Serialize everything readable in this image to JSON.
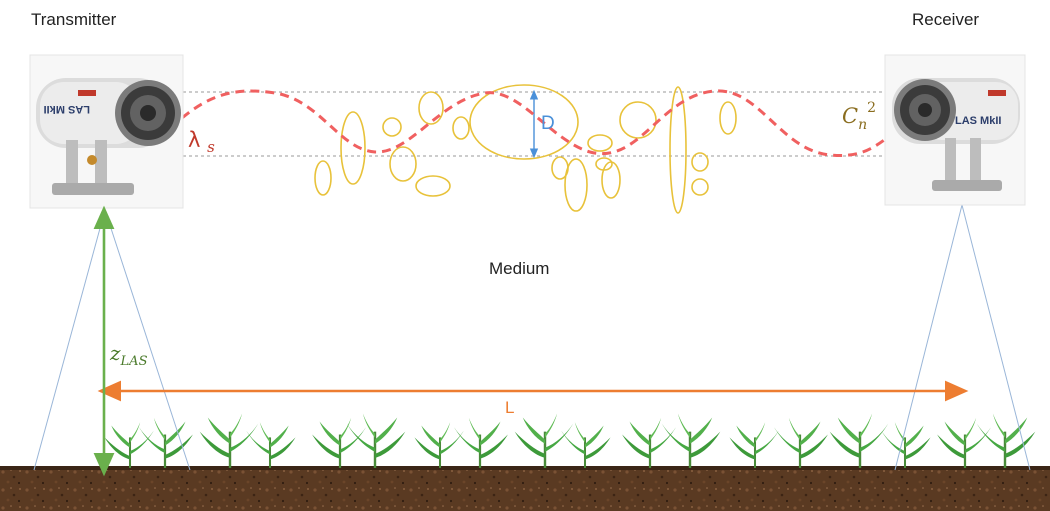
{
  "labels": {
    "transmitter": "Transmitter",
    "receiver": "Receiver",
    "medium": "Medium",
    "wavelength_symbol": "λ",
    "wavelength_subscript": "s",
    "cn2_symbol": "C",
    "cn2_subscript": "n",
    "cn2_superscript": "2",
    "beam_diameter": "D",
    "path_length": "L",
    "height_symbol": "z",
    "height_subscript": "LAS"
  },
  "device_text": "LAS MkII",
  "colors": {
    "beam_wave": "#f06060",
    "eddies": "#e8c23a",
    "beam_edges": "#9a9a9a",
    "diameter_arrow": "#4a90d9",
    "path_arrow": "#ed7d31",
    "height_arrow": "#6ab04c",
    "footprint_lines": "#9ab6d8",
    "soil": "#5a3a22",
    "plants": "#3d9a3a",
    "wavelength_text": "#c0392b",
    "cn2_text": "#8a6d1f"
  },
  "icons": [
    "transmitter-device-icon",
    "receiver-device-icon",
    "crop-plant-icon"
  ]
}
